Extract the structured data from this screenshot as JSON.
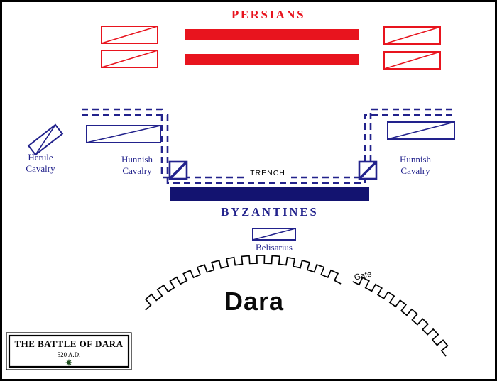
{
  "canvas": {
    "background": "#ffffff",
    "border_color": "#000000"
  },
  "colors": {
    "persian_red": "#e8141e",
    "byzantine_navy": "#22228c",
    "byzantine_bar_fill": "#131370",
    "wall_black": "#000000",
    "legend_star_green": "#1e4d1e"
  },
  "persian_army": {
    "name_label": "PERSIANS"
  },
  "byzantine_army": {
    "name_label": "BYZANTINES",
    "units": {
      "herule_cavalry": {
        "label_lines": [
          "Herule",
          "Cavalry"
        ]
      },
      "hunnish_cavalry_left": {
        "label_lines": [
          "Hunnish",
          "Cavalry"
        ]
      },
      "hunnish_cavalry_right": {
        "label_lines": [
          "Hunnish",
          "Cavalry"
        ]
      },
      "belisarius": {
        "label": "Belisarius"
      }
    }
  },
  "battlefield": {
    "trench_label": "TRENCH",
    "city_label": "Dara",
    "gate_label": "Gate"
  },
  "legend": {
    "title": "THE BATTLE OF DARA",
    "date": "520 A.D."
  }
}
